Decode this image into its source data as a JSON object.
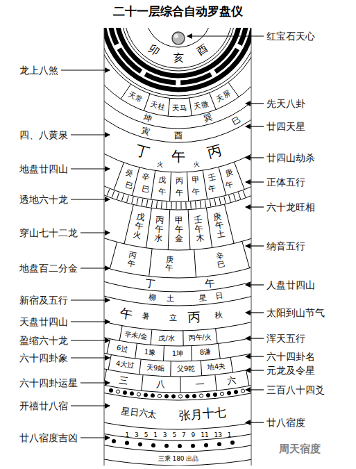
{
  "diagram": {
    "title": "二十一层综合自动罗盘仪",
    "labels": [
      "龙上八煞",
      "四、八黄泉",
      "地盘廿四山",
      "透地六十龙",
      "穿山七十二龙",
      "地盘百二分金",
      "新宿及五行",
      "天盘廿四山",
      "盈缩六十龙",
      "六十四卦象",
      "六十四卦运星",
      "开禧廿八宿",
      "廿八宿度吉凶",
      "红宝石天心",
      "先天八卦",
      "廿四天星",
      "廿四山劫杀",
      "正体五行",
      "六十龙旺相",
      "纳音五行",
      "人盘廿四山",
      "太阳到山节气",
      "浑天五行",
      "六十四卦名",
      "元龙及令星",
      "三百八十四爻",
      "廿八宿度",
      "卯",
      "亥",
      "酉",
      "天常",
      "天柱",
      "天马",
      "天微",
      "天屏",
      "坤",
      "巽",
      "寅",
      "酉",
      "巳",
      "丁",
      "火",
      "午",
      "火",
      "丙",
      "癸",
      "辛",
      "戊",
      "丙",
      "甲",
      "壬",
      "庚",
      "巳",
      "巳",
      "午",
      "午",
      "午",
      "午",
      "午",
      "戊午火",
      "丙午水",
      "甲午金",
      "壬午木",
      "庚午土",
      "丙午",
      "庚午",
      "辛巳",
      "丁",
      "午",
      "柳",
      "土",
      "星",
      "日",
      "午",
      "暑",
      "立",
      "丙",
      "秋",
      "辛未/金",
      "戊/水",
      "丙午/火",
      "6过",
      "1豫",
      "1坤",
      "8谦",
      "4大过",
      "天9姤",
      "父9乾",
      "地4夬",
      "三",
      "八",
      "一",
      "六",
      "星日六太",
      "张月十七",
      "1 3 5 1 3 5 7 9 11 13 1",
      "三乘 180 出品",
      "周天宿度"
    ]
  }
}
